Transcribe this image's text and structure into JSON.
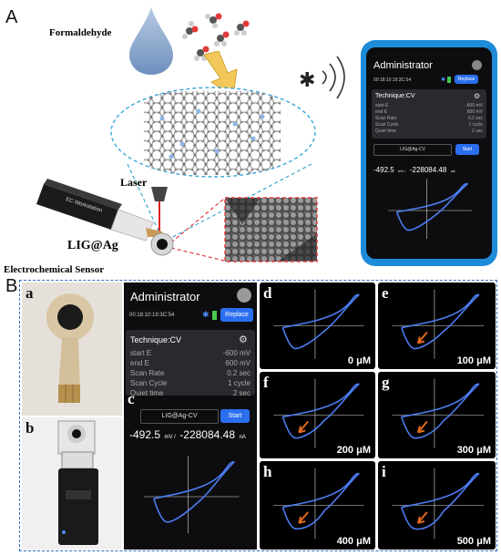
{
  "section_a": {
    "letter": "A",
    "formaldehyde_label": "Formaldehyde",
    "laser_label": "Laser",
    "sensor_name": "LIG@Ag",
    "sensor_caption": "Electrochemical Sensor",
    "bluetooth_glyph": "✱"
  },
  "phone": {
    "title": "Administrator",
    "device_id": "00:18:10:19:3C:54",
    "replace_label": "Replace",
    "technique": "Technique:CV",
    "params": [
      {
        "name": "start E",
        "value": "-600 mV"
      },
      {
        "name": "end E",
        "value": "600 mV"
      },
      {
        "name": "Scan Rate",
        "value": "0.2 sec"
      },
      {
        "name": "Scan Cycle",
        "value": "1 cycle"
      },
      {
        "name": "Quiet time",
        "value": "2 sec"
      }
    ],
    "method": "LIG@Ag-CV",
    "start_label": "Start",
    "reading_v": "-492.5",
    "unit_v": "mV /",
    "reading_i": "-228084.48",
    "unit_i": "nA"
  },
  "section_b": {
    "letter": "B",
    "sub_a": "a",
    "sub_b": "b",
    "sub_c": "c",
    "app": {
      "title": "Administrator",
      "device_id": "00:18:10:19:3C:54",
      "replace_label": "Replace",
      "technique": "Technique:CV",
      "params": [
        {
          "name": "start E",
          "value": "-600 mV"
        },
        {
          "name": "end E",
          "value": "600 mV"
        },
        {
          "name": "Scan Rate",
          "value": "0.2 sec"
        },
        {
          "name": "Scan Cycle",
          "value": "1 cycle"
        },
        {
          "name": "Quiet time",
          "value": "2 sec"
        }
      ],
      "method": "LIG@Ag-CV",
      "start_label": "Start",
      "reading_v": "-492.5",
      "unit_v": "mV /",
      "reading_i": "-228084.48",
      "unit_i": "nA"
    },
    "cv_panels": [
      {
        "letter": "d",
        "conc": "0 μM"
      },
      {
        "letter": "e",
        "conc": "100 μM"
      },
      {
        "letter": "f",
        "conc": "200 μM"
      },
      {
        "letter": "g",
        "conc": "300 μM"
      },
      {
        "letter": "h",
        "conc": "400 μM"
      },
      {
        "letter": "i",
        "conc": "500 μM"
      }
    ]
  },
  "colors": {
    "dashed_border": "#2f6fc4",
    "cv_curve": "#4d7df2",
    "arrow": "#e0691e",
    "button": "#2b6ff0"
  }
}
